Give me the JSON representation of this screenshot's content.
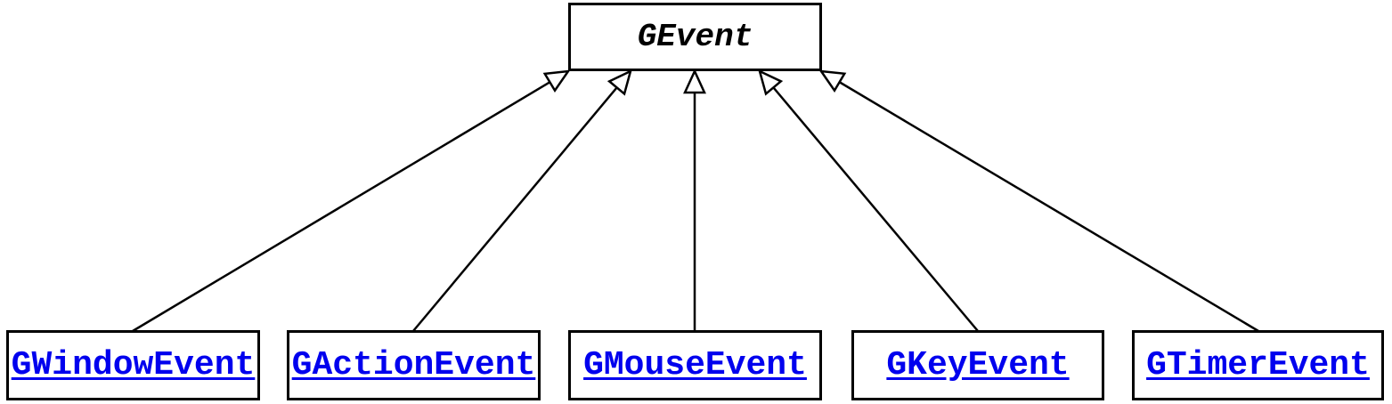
{
  "diagram": {
    "type": "uml-class-inheritance",
    "parent": {
      "label": "GEvent"
    },
    "children": [
      {
        "label": "GWindowEvent"
      },
      {
        "label": "GActionEvent"
      },
      {
        "label": "GMouseEvent"
      },
      {
        "label": "GKeyEvent"
      },
      {
        "label": "GTimerEvent"
      }
    ],
    "edges": [
      {
        "from": "GWindowEvent",
        "to": "GEvent",
        "relation": "inherits"
      },
      {
        "from": "GActionEvent",
        "to": "GEvent",
        "relation": "inherits"
      },
      {
        "from": "GMouseEvent",
        "to": "GEvent",
        "relation": "inherits"
      },
      {
        "from": "GKeyEvent",
        "to": "GEvent",
        "relation": "inherits"
      },
      {
        "from": "GTimerEvent",
        "to": "GEvent",
        "relation": "inherits"
      }
    ],
    "colors": {
      "line": "#000000",
      "border": "#000000",
      "link_text": "#0000ee",
      "parent_text": "#000000",
      "background": "#ffffff"
    }
  }
}
